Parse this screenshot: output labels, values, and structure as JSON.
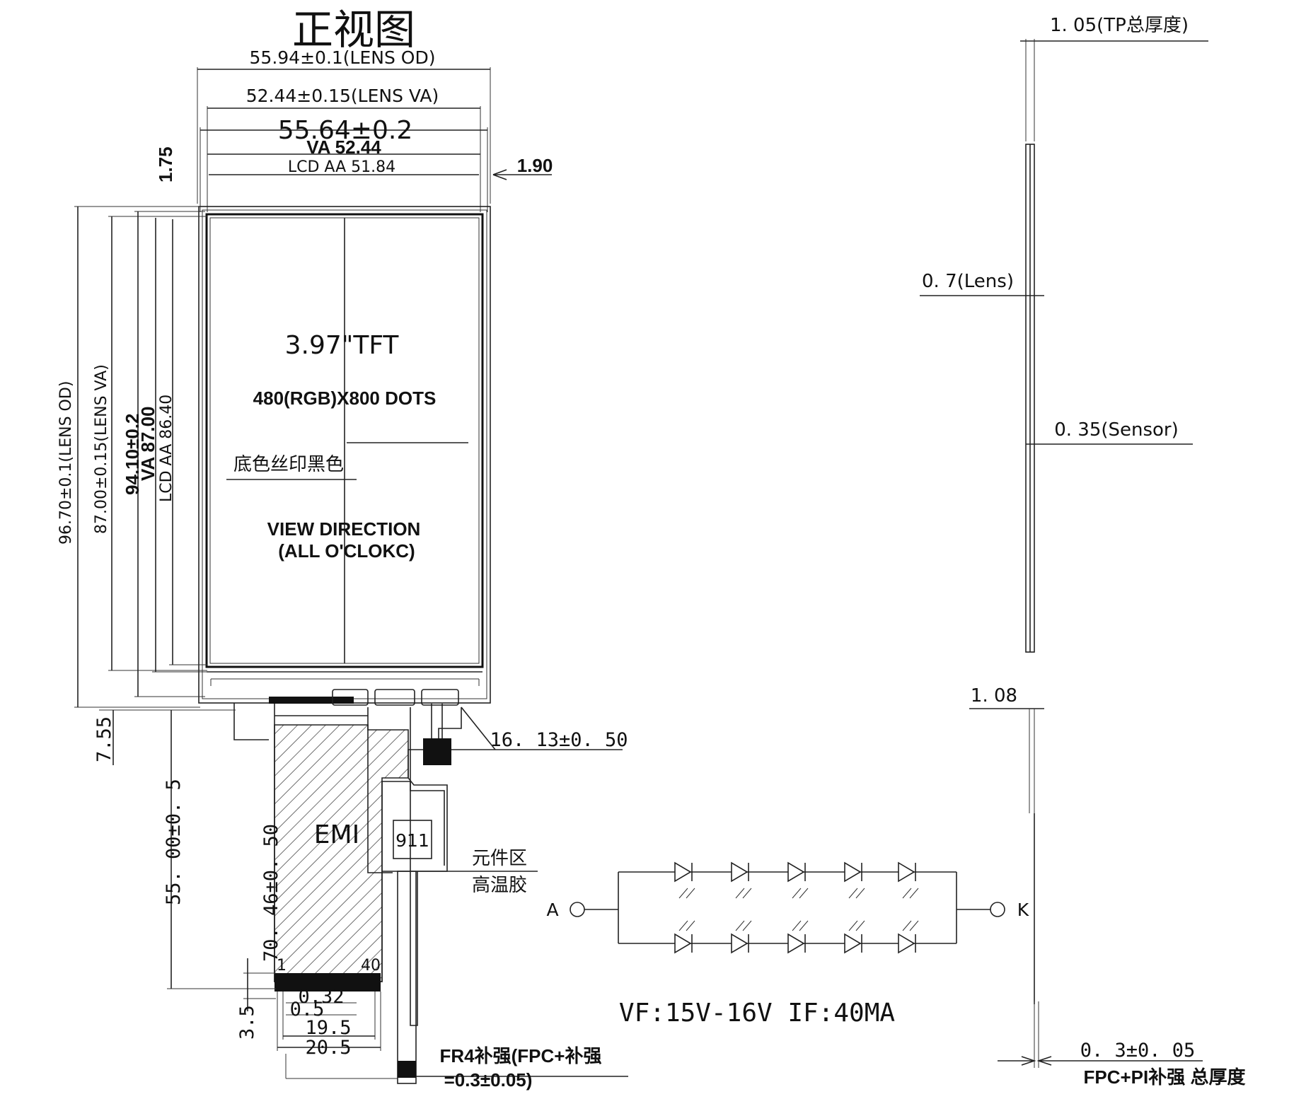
{
  "title": "正视图",
  "front_view": {
    "lens_od_width": "55.94±0.1(LENS OD)",
    "lens_va_width": "52.44±0.15(LENS VA)",
    "module_width": "55.64±0.2",
    "va_width": "VA 52.44",
    "aa_width": "LCD AA 51.84",
    "right_offset": "1.90",
    "top_offset": "1.75",
    "lens_od_height": "96.70±0.1(LENS OD)",
    "lens_va_height": "87.00±0.15(LENS VA)",
    "module_height": "94.10±0.2",
    "va_height": "VA 87.00",
    "aa_height": "LCD AA 86.40",
    "bottom_offset": "7.55",
    "product": "3.97\"TFT",
    "resolution": "480(RGB)X800 DOTS",
    "silkscreen": "底色丝印黑色",
    "view_direction": "VIEW    DIRECTION",
    "view_direction_sub": "(ALL  O'CLOKC)"
  },
  "fpc": {
    "emi": "EMI",
    "component_id": "911",
    "component_area": "元件区",
    "high_temp_tape": "高温胶",
    "length_1": "16. 13±0. 50",
    "length_2": "55. 00±0. 5",
    "length_3": "70. 46±0. 50",
    "pin_first": "1",
    "pin_last": "40",
    "finger_height": "3.5",
    "pitch": "0.32",
    "pitch_2": "0.5",
    "width_1": "19.5",
    "width_2": "20.5",
    "stiffener_line1": "FR4补强(FPC+补强",
    "stiffener_line2": "=0.3±0.05)"
  },
  "side_view": {
    "tp_thickness": "1. 05(TP总厚度)",
    "lens": "0. 7(Lens)",
    "sensor": "0. 35(Sensor)",
    "lcd": "1. 08",
    "fpc_thickness": "0. 3±0. 05",
    "fpc_label": "FPC+PI补强 总厚度"
  },
  "backlight": {
    "anode": "A",
    "cathode": "K",
    "spec": "VF:15V-16V  IF:40MA"
  }
}
